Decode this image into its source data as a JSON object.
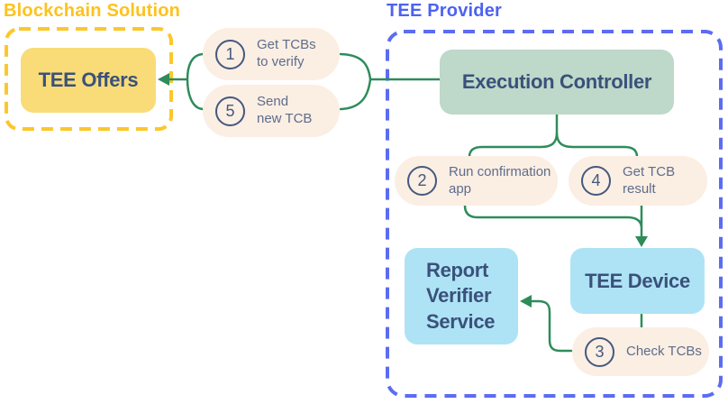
{
  "colors": {
    "green_arrow": "#2E8C5B",
    "yellow_header": "#FDC21D",
    "yellow_border": "#FCC72B",
    "yellow_node": "#F9DC78",
    "blue_header": "#4D62F0",
    "blue_border": "#5C6CF2",
    "sage_node": "#BED8C9",
    "light_blue_node": "#AEE3F6",
    "pill_bg": "#FBEEE3",
    "node_text": "#3A517A",
    "pill_text": "#5E6D8C",
    "pill_number": "#44597E",
    "canvas_bg": "#FFFFFF"
  },
  "blockchain_solution": {
    "label": "Blockchain Solution",
    "nodes": {
      "tee_offers": "TEE Offers"
    }
  },
  "tee_provider": {
    "label": "TEE Provider",
    "nodes": {
      "execution_controller": "Execution Controller",
      "report_verifier_service": "Report Verifier Service",
      "tee_device": "TEE Device"
    }
  },
  "steps": [
    {
      "number": "1",
      "label": "Get TCBs\nto verify"
    },
    {
      "number": "2",
      "label": "Run confirmation\napp"
    },
    {
      "number": "3",
      "label": "Check TCBs"
    },
    {
      "number": "4",
      "label": "Get TCB\nresult"
    },
    {
      "number": "5",
      "label": "Send\nnew TCB"
    }
  ]
}
